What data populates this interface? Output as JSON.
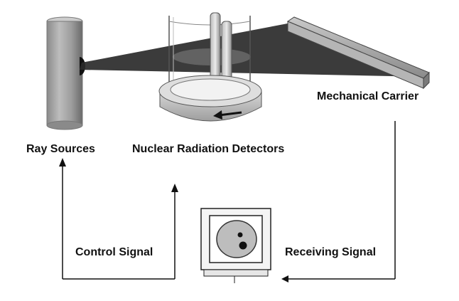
{
  "labels": {
    "ray_sources": "Ray Sources",
    "detectors": "Nuclear Radiation Detectors",
    "carrier": "Mechanical Carrier",
    "control_signal": "Control Signal",
    "receiving_signal": "Receiving Signal"
  },
  "colors": {
    "ink": "#111111",
    "beam": "#2a2a2a",
    "metal_light": "#cfcfcf",
    "metal_mid": "#9a9a9a",
    "metal_dark": "#6e6e6e"
  }
}
